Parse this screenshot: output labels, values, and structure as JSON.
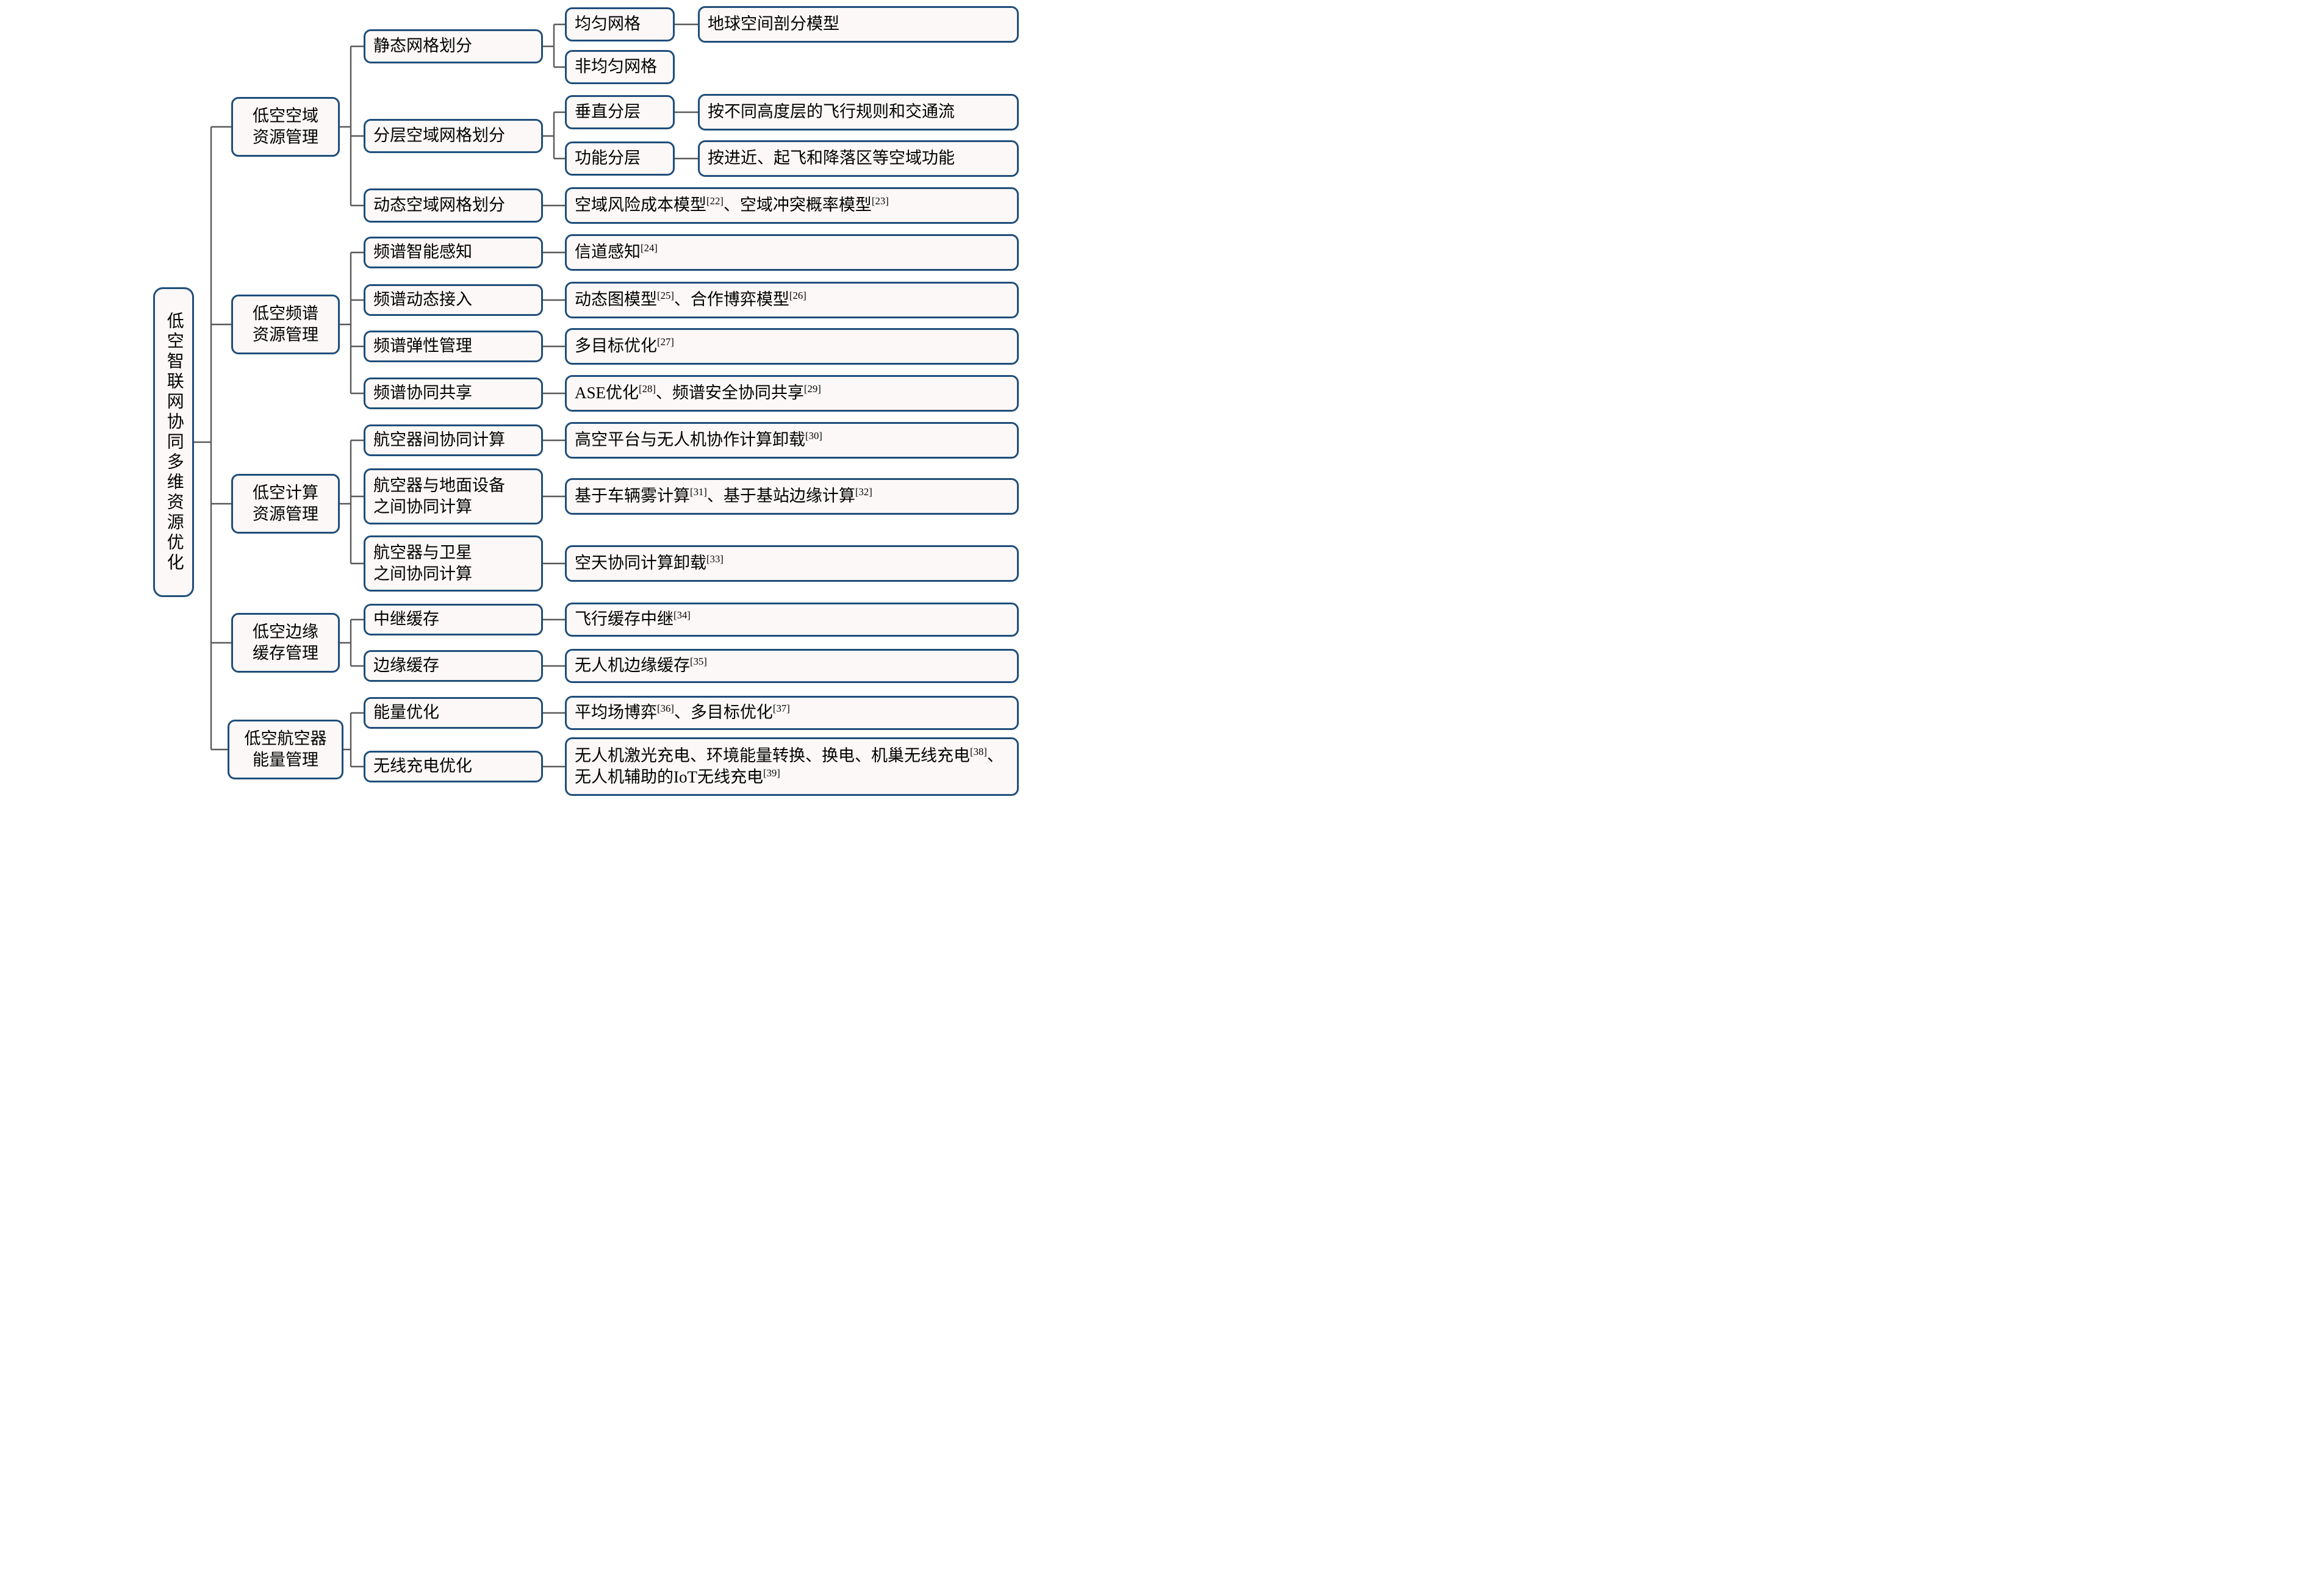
{
  "colors": {
    "box_border": "#1f4e7a",
    "box_fill": "#fcf8f7",
    "line": "#595959",
    "text": "#000000"
  },
  "tree": {
    "root": {
      "label": "低空智联网协同多维资源优化"
    },
    "branches": [
      {
        "label": "低空空域\n资源管理",
        "children": [
          {
            "label": "静态网格划分",
            "children": [
              {
                "label": "均匀网格",
                "detail": "地球空间剖分模型"
              },
              {
                "label": "非均匀网格"
              }
            ]
          },
          {
            "label": "分层空域网格划分",
            "children": [
              {
                "label": "垂直分层",
                "detail": "按不同高度层的飞行规则和交通流"
              },
              {
                "label": "功能分层",
                "detail": "按进近、起飞和降落区等空域功能"
              }
            ]
          },
          {
            "label": "动态空域网格划分",
            "detail": "空域风险成本模型[22]、空域冲突概率模型[23]"
          }
        ]
      },
      {
        "label": "低空频谱\n资源管理",
        "children": [
          {
            "label": "频谱智能感知",
            "detail": "信道感知[24]"
          },
          {
            "label": "频谱动态接入",
            "detail": "动态图模型[25]、合作博弈模型[26]"
          },
          {
            "label": "频谱弹性管理",
            "detail": "多目标优化[27]"
          },
          {
            "label": "频谱协同共享",
            "detail": "ASE优化[28]、频谱安全协同共享[29]"
          }
        ]
      },
      {
        "label": "低空计算\n资源管理",
        "children": [
          {
            "label": "航空器间协同计算",
            "detail": "高空平台与无人机协作计算卸载[30]"
          },
          {
            "label": "航空器与地面设备\n之间协同计算",
            "detail": "基于车辆雾计算[31]、基于基站边缘计算[32]"
          },
          {
            "label": "航空器与卫星\n之间协同计算",
            "detail": "空天协同计算卸载[33]"
          }
        ]
      },
      {
        "label": "低空边缘\n缓存管理",
        "children": [
          {
            "label": "中继缓存",
            "detail": "飞行缓存中继[34]"
          },
          {
            "label": "边缘缓存",
            "detail": "无人机边缘缓存[35]"
          }
        ]
      },
      {
        "label": "低空航空器\n能量管理",
        "children": [
          {
            "label": "能量优化",
            "detail": "平均场博弈[36]、多目标优化[37]"
          },
          {
            "label": "无线充电优化",
            "detail": "无人机激光充电、环境能量转换、换电、机巢无线充电[38]、无人机辅助的IoT无线充电[39]"
          }
        ]
      }
    ]
  }
}
